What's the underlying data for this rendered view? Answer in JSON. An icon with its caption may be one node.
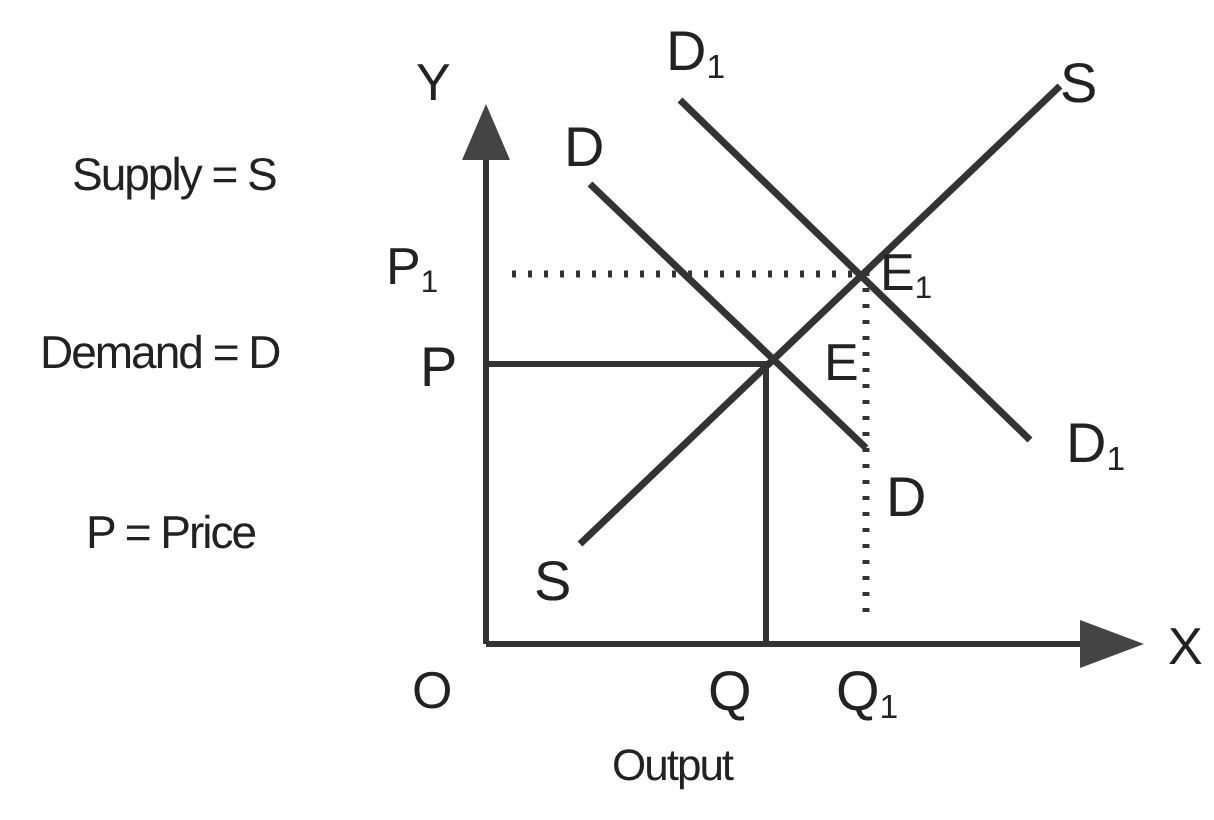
{
  "diagram": {
    "labels": [
      "Y",
      "D$_{1}$",
      "S",
      "Supply = S",
      "D",
      "P$_{1}$",
      "E$_{1}$",
      "Demand = D",
      "P",
      "E",
      "D$_{1}$",
      "D",
      "P = Price",
      "S",
      "O",
      "Q",
      "Q$_{1}$",
      "X",
      "Output"
    ]
  }
}
